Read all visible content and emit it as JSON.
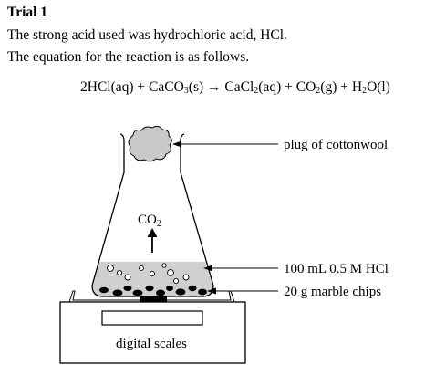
{
  "heading": "Trial 1",
  "paragraphs": [
    "The strong acid used was hydrochloric acid, HCl.",
    "The equation for the reaction is as follows."
  ],
  "equation": {
    "hcl": "2HCl(aq)",
    "plus1": "+",
    "caco_prefix": "CaCO",
    "caco_sub": "3",
    "caco_suffix": "(s)",
    "arrow": "→",
    "cacl_prefix": "CaCl",
    "cacl_sub": "2",
    "cacl_suffix": "(aq)",
    "plus2": "+",
    "co2_prefix": "CO",
    "co2_sub": "2",
    "co2_suffix": "(g)",
    "plus3": "+",
    "h2o_prefix": "H",
    "h2o_sub": "2",
    "h2o_suffix": "O(l)"
  },
  "diagram": {
    "gas_label_prefix": "CO",
    "gas_label_sub": "2",
    "labels": {
      "plug": "plug of cottonwool",
      "acid": "100 mL 0.5 M HCl",
      "chips": "20 g marble chips",
      "scales": "digital scales"
    }
  }
}
